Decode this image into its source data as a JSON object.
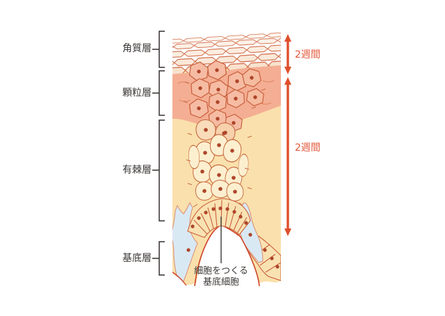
{
  "diagram": {
    "title": "epidermis-layer-diagram",
    "layers": [
      {
        "name": "stratum-corneum",
        "label": "角質層"
      },
      {
        "name": "stratum-granulosum",
        "label": "顆粒層"
      },
      {
        "name": "stratum-spinosum",
        "label": "有棘層"
      },
      {
        "name": "stratum-basale",
        "label": "基底層"
      }
    ],
    "durations": [
      {
        "position": "top",
        "label": "2週間"
      },
      {
        "position": "bottom",
        "label": "2週間"
      }
    ],
    "annotation": {
      "line1": "細胞をつくる",
      "line2": "基底細胞"
    },
    "icons": [
      {
        "name": "double-arrow-vertical-top"
      },
      {
        "name": "double-arrow-vertical-bottom"
      },
      {
        "name": "layer-bracket"
      }
    ],
    "colors": {
      "arrow": "#df4f2b",
      "duration_text": "#e4573a",
      "label_text": "#3b3735",
      "bracket": "#332f2d",
      "corneum_cell_stroke": "#d3714f",
      "granular_bg": "#f4ae93",
      "granular_cell_fill": "#f6bca3",
      "cell_stroke": "#c95f3d",
      "nucleus": "#ae4529",
      "epidermis_bg": "#fae0ac",
      "spinous_cell_fill": "#fcefcf",
      "basal_cell_fill": "#f9e2b2",
      "dermis_blue": "#d9e9f4",
      "arch_line": "#ce4428"
    }
  }
}
